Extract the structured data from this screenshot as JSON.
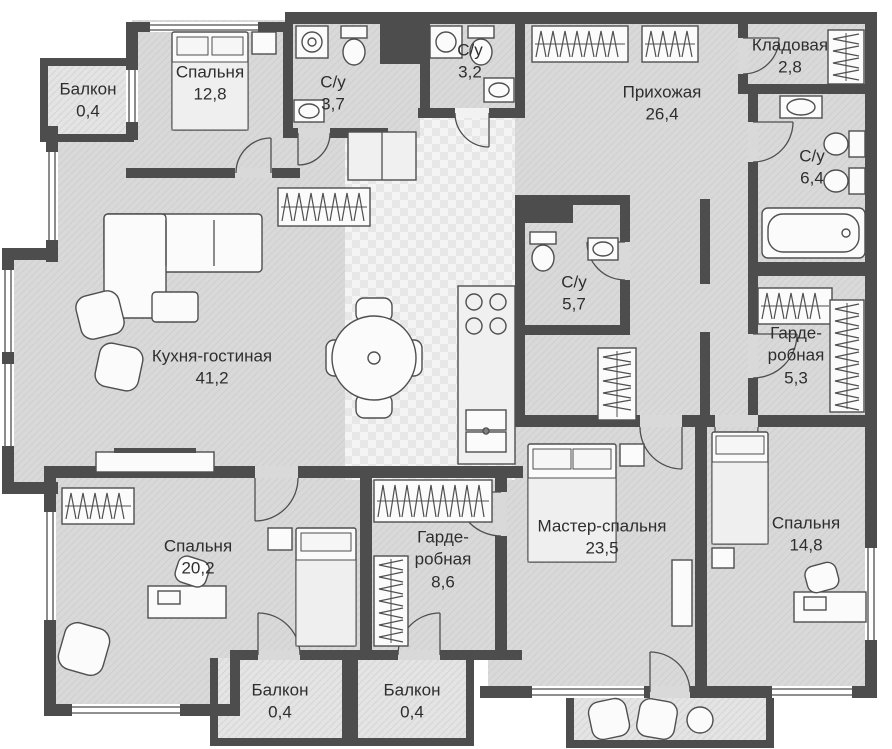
{
  "palette": {
    "wall": "#4d4d4d",
    "floor": "#d9d9d9",
    "balcony_floor": "#e4e4e4",
    "kitchen_tile": "#f4f4f4",
    "text": "#2e2e2e"
  },
  "rooms": [
    {
      "id": "balcony-top-left",
      "name": "Балкон",
      "area": "0,4"
    },
    {
      "id": "bedroom-top",
      "name": "Спальня",
      "area": "12,8"
    },
    {
      "id": "bath-3-7",
      "name": "С/у",
      "area": "3,7"
    },
    {
      "id": "bath-3-2",
      "name": "С/у",
      "area": "3,2"
    },
    {
      "id": "hallway",
      "name": "Прихожая",
      "area": "26,4"
    },
    {
      "id": "storage",
      "name": "Кладовая",
      "area": "2,8"
    },
    {
      "id": "bath-6-4",
      "name": "С/у",
      "area": "6,4"
    },
    {
      "id": "bath-5-7",
      "name": "С/у",
      "area": "5,7"
    },
    {
      "id": "wardrobe-5-3",
      "name": "Гарде-робная",
      "area": "5,3"
    },
    {
      "id": "kitchen-living",
      "name": "Кухня-гостиная",
      "area": "41,2"
    },
    {
      "id": "bedroom-left",
      "name": "Спальня",
      "area": "20,2"
    },
    {
      "id": "wardrobe-8-6",
      "name": "Гарде-робная",
      "area": "8,6"
    },
    {
      "id": "master-bedroom",
      "name": "Мастер-спальня",
      "area": "23,5"
    },
    {
      "id": "bedroom-right",
      "name": "Спальня",
      "area": "14,8"
    },
    {
      "id": "balcony-bottom-left",
      "name": "Балкон",
      "area": "0,4"
    },
    {
      "id": "balcony-bottom-center",
      "name": "Балкон",
      "area": "0,4"
    }
  ]
}
